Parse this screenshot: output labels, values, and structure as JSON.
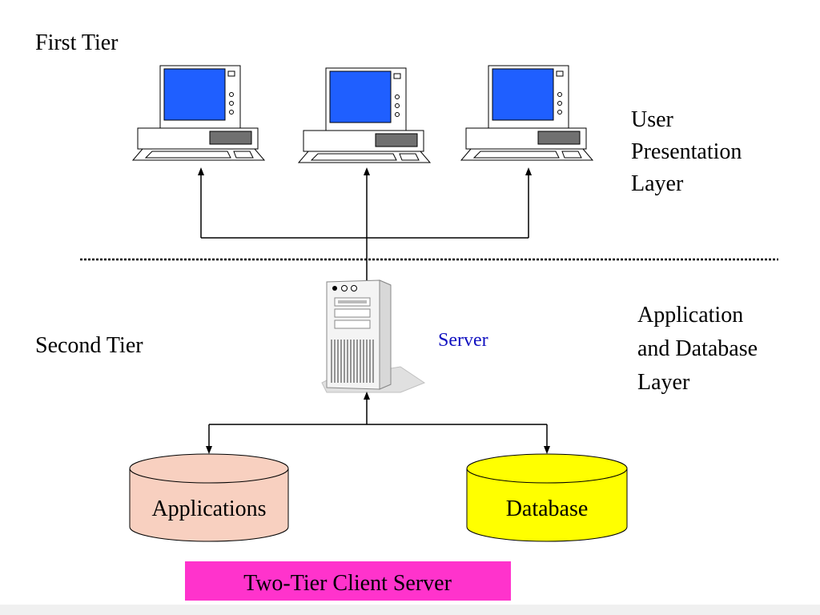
{
  "tiers": {
    "first": "First Tier",
    "second": "Second Tier"
  },
  "layers": {
    "presentation": [
      "User",
      "Presentation",
      "Layer"
    ],
    "application": [
      "Application",
      "and Database",
      "Layer"
    ]
  },
  "server_label": "Server",
  "cylinders": {
    "applications": "Applications",
    "database": "Database"
  },
  "caption": "Two-Tier Client Server",
  "colors": {
    "screen": "#1f5fff",
    "server_label": "#1010c0",
    "applications_fill": "#f8d0c0",
    "database_fill": "#ffff00",
    "caption_fill": "#ff33cc"
  }
}
